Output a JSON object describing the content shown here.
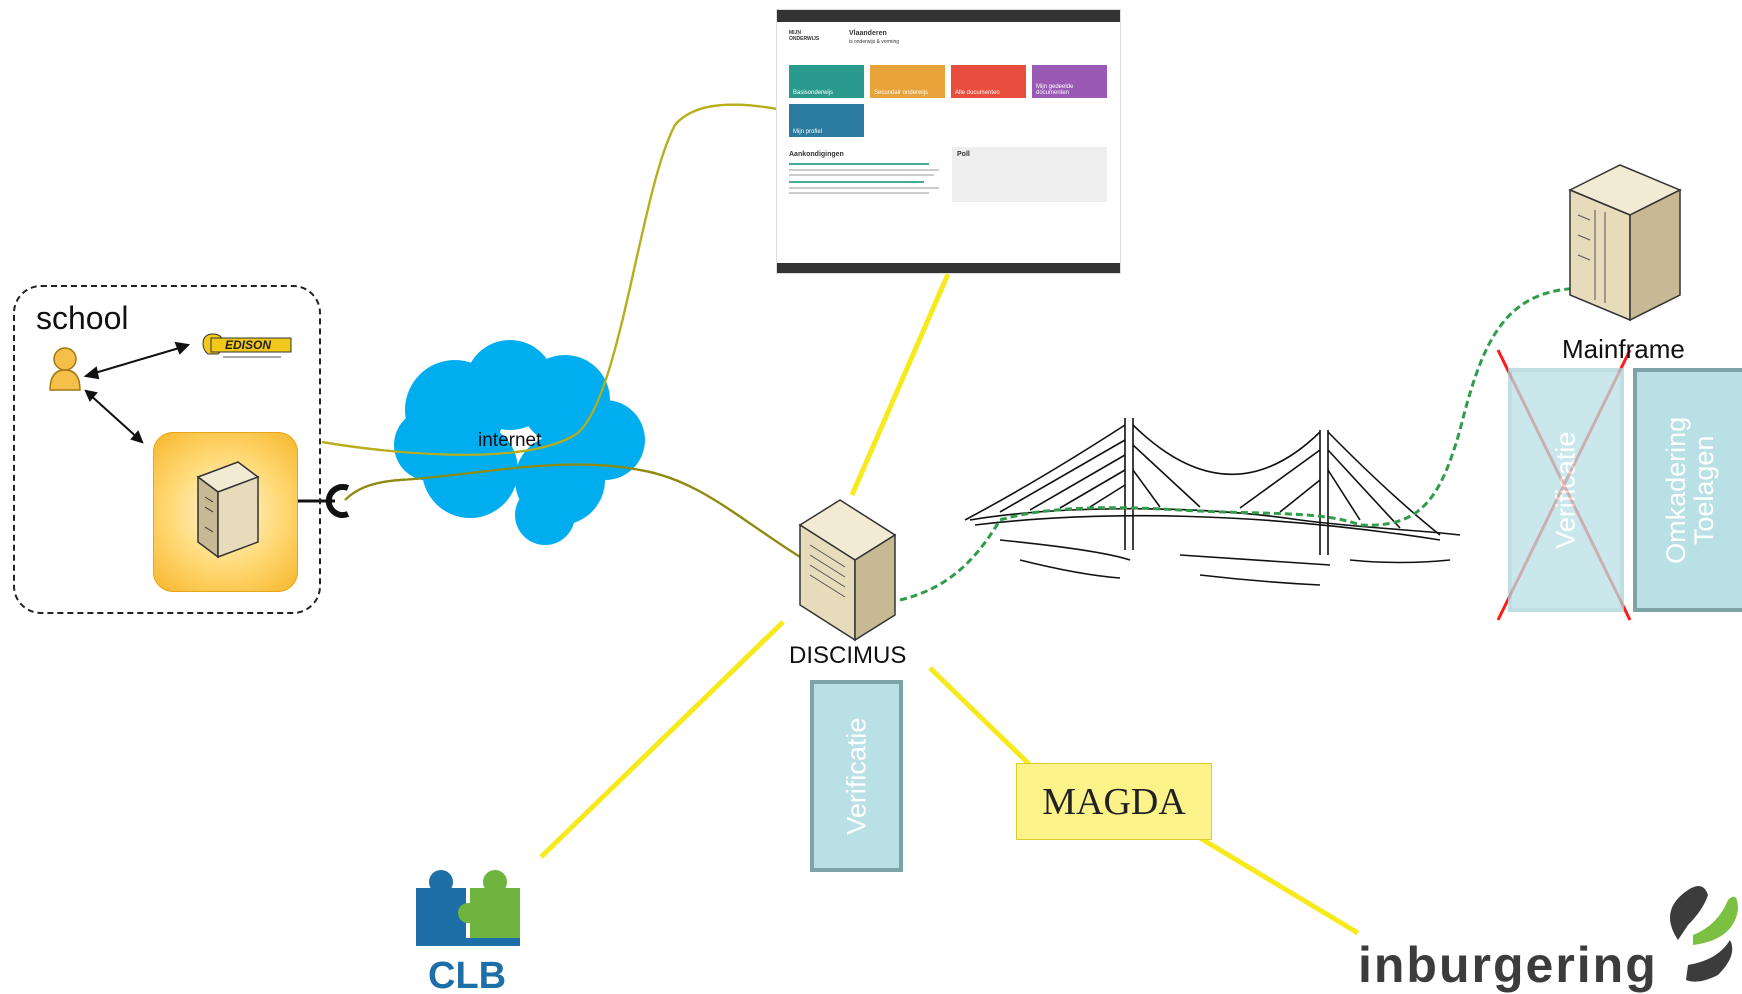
{
  "school": {
    "label": "school",
    "edison_logo_text": "EDISON"
  },
  "cloud": {
    "label": "internet"
  },
  "discimus": {
    "label": "DISCIMUS"
  },
  "mainframe": {
    "label": "Mainframe"
  },
  "verificatie_bottom": {
    "label": "Verificatie"
  },
  "verificatie_right": {
    "label": "Verificatie"
  },
  "omkadering": {
    "line1": "Omkadering",
    "line2": "Toelagen"
  },
  "magda": {
    "label": "MAGDA"
  },
  "clb": {
    "label": "CLB"
  },
  "inburgering": {
    "label": "inburgering"
  },
  "portal": {
    "brand_left": "MIJN ONDERWIJS",
    "brand_right": "Vlaanderen",
    "brand_sub": "is onderwijs & vorming",
    "tiles": [
      "Basisonderwijs",
      "Secundair onderwijs",
      "Alle documenten",
      "Mijn gedeelde documenten",
      "Mijn profiel"
    ],
    "announcements_title": "Aankondigingen",
    "poll_title": "Poll"
  },
  "colors": {
    "yellow_link": "#f7ea1c",
    "olive_link": "#b8ad1a",
    "green_dash": "#2f9d4a",
    "cloud_blue": "#00aeef",
    "red_cross": "#ff1a1a",
    "magda_fill": "#fbf28a",
    "box_fill": "#b9e1e5",
    "box_border": "#7da3a6",
    "tile_orange": "#f6b52a"
  },
  "icons": [
    "user-icon",
    "server-icon",
    "cloud-icon",
    "bridge-icon",
    "puzzle-icon",
    "red-cross-icon"
  ]
}
